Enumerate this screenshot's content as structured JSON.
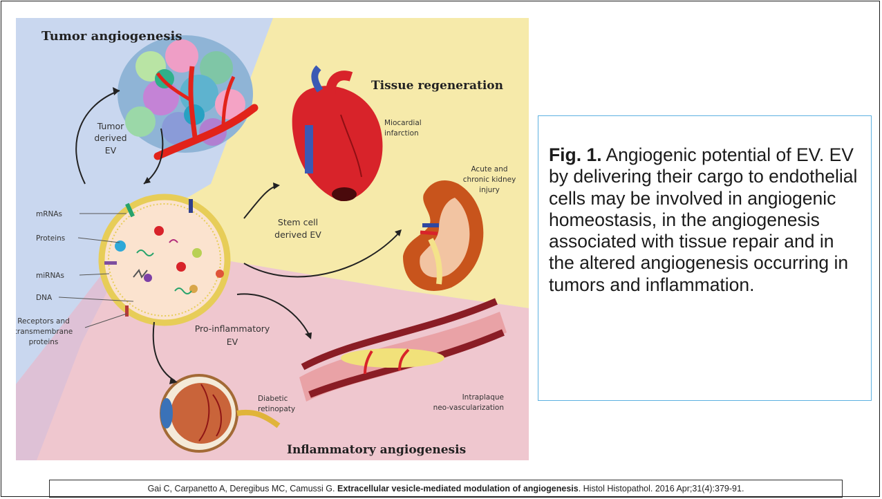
{
  "figure": {
    "sections": {
      "tumor": "Tumor angiogenesis",
      "tissue": "Tissue regeneration",
      "inflammatory": "Inflammatory angiogenesis"
    },
    "ev_labels": {
      "tumor_derived": [
        "Tumor",
        "derived",
        "EV"
      ],
      "stem_cell": [
        "Stem cell",
        "derived EV"
      ],
      "pro_inflammatory": [
        "Pro-inflammatory",
        "EV"
      ]
    },
    "vesicle_parts": {
      "mrnas": "mRNAs",
      "proteins": "Proteins",
      "mirnas": "miRNAs",
      "dna": "DNA",
      "receptors": [
        "Receptors and",
        "transmembrane",
        "proteins"
      ]
    },
    "conditions": {
      "myocardial": [
        "Miocardial",
        "infarction"
      ],
      "kidney": [
        "Acute and",
        "chronic kidney",
        "injury"
      ],
      "retinopathy": [
        "Diabetic",
        "retinopaty"
      ],
      "intraplaque": [
        "Intraplaque",
        "neo-vascularization"
      ]
    }
  },
  "caption": {
    "label": "Fig. 1.",
    "text": "Angiogenic potential of EV. EV by delivering their cargo to endothelial cells may be involved in angiogenic homeostasis, in the angiogenesis associated with tissue repair and in the altered angiogenesis occurring in tumors and inflammation."
  },
  "citation": {
    "authors": "Gai C, Carpanetto A, Deregibus MC, Camussi G.",
    "title": "Extracellular vesicle-mediated modulation of angiogenesis",
    "source": ". Histol Histopathol. 2016 Apr;31(4):379-91."
  }
}
